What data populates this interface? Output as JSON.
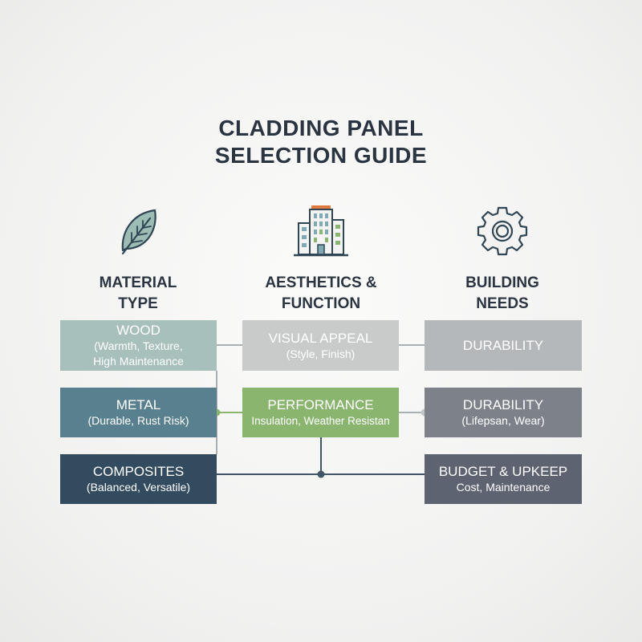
{
  "title": {
    "line1": "CLADDING PANEL",
    "line2": "SELECTION GUIDE"
  },
  "columns": [
    {
      "icon": "leaf-icon",
      "heading": [
        "MATERIAL",
        "TYPE"
      ]
    },
    {
      "icon": "building-icon",
      "heading": [
        "AESTHETICS &",
        "FUNCTION"
      ]
    },
    {
      "icon": "gear-icon",
      "heading": [
        "BUILDING",
        "NEEDS"
      ]
    }
  ],
  "boxes": {
    "wood": {
      "title": "WOOD",
      "sub1": "(Warmth, Texture,",
      "sub2": "High Maintenance"
    },
    "metal": {
      "title": "METAL",
      "sub": "(Durable, Rust Risk)"
    },
    "composites": {
      "title": "COMPOSITES",
      "sub": "(Balanced, Versatile)"
    },
    "visual_appeal": {
      "title": "VISUAL APPEAL",
      "sub": "(Style, Finish)"
    },
    "performance": {
      "title": "PERFORMANCE",
      "sub": "Insulation, Weather Resistan"
    },
    "durability_top": {
      "title": "DURABILITY"
    },
    "durability_mid": {
      "title": "DURABILITY",
      "sub": "(Lifepsan, Wear)"
    },
    "budget": {
      "title": "BUDGET & UPKEEP",
      "sub": "Cost, Maintenance"
    }
  },
  "colors": {
    "wood": "#a7c0bc",
    "metal": "#58808e",
    "composites": "#334b5f",
    "visual_appeal": "#c9cbcb",
    "performance": "#8ab56f",
    "durability_top": "#b5b8ba",
    "durability_mid": "#7d828a",
    "budget": "#5d6370",
    "connector_gray": "#aab0b2",
    "connector_green": "#8ab56f",
    "connector_dark": "#3f5566",
    "accent_orange": "#e27a3f"
  }
}
